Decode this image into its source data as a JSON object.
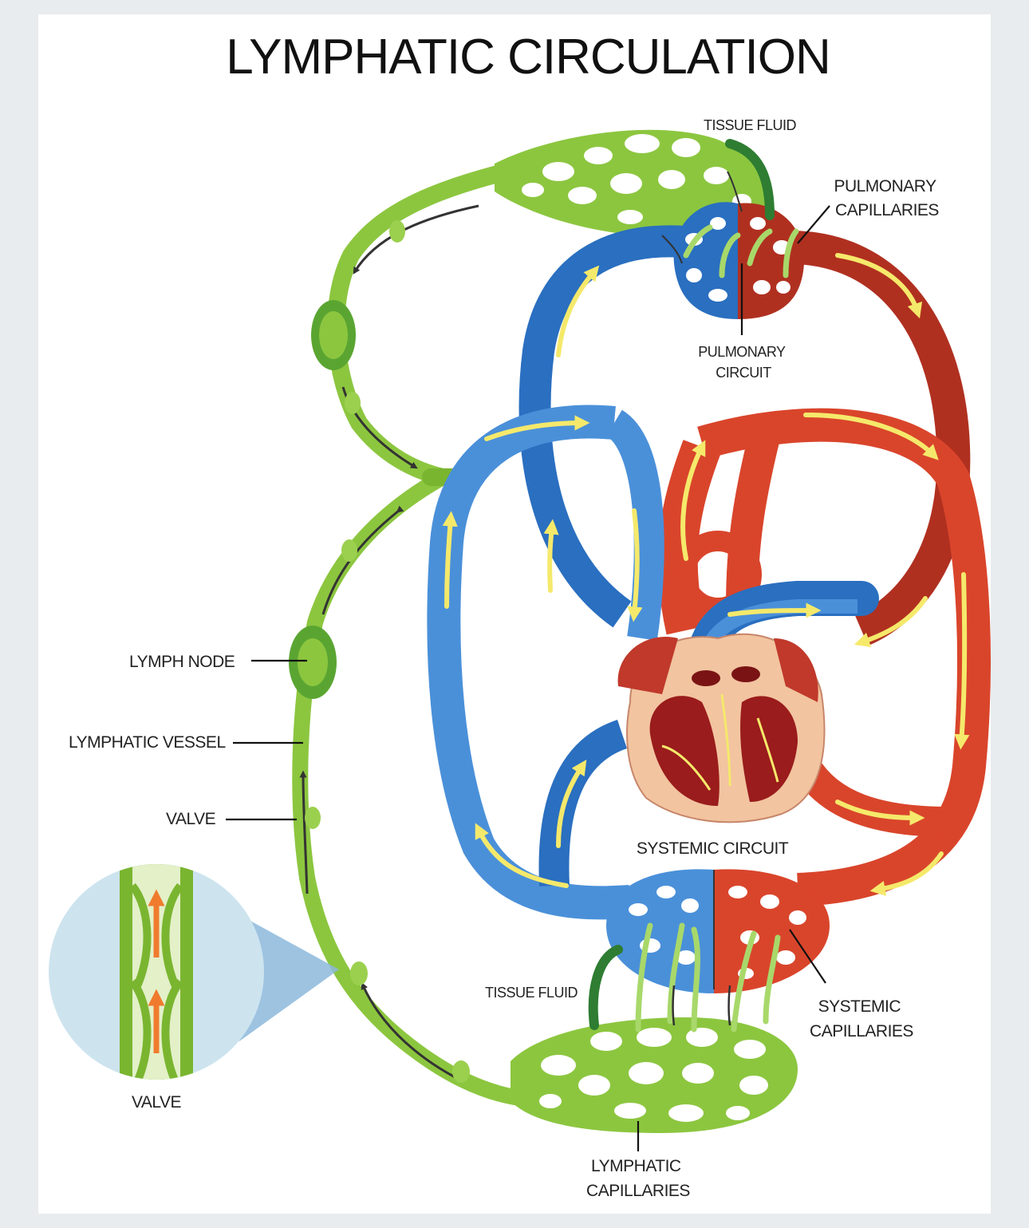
{
  "title": "LYMPHATIC CIRCULATION",
  "labels": {
    "tissue_fluid_top": "TISSUE FLUID",
    "pulmonary_capillaries": [
      "PULMONARY",
      "CAPILLARIES"
    ],
    "pulmonary_circuit": [
      "PULMONARY",
      "CIRCUIT"
    ],
    "lymph_node": "LYMPH NODE",
    "lymphatic_vessel": "LYMPHATIC  VESSEL",
    "valve_left": "VALVE",
    "systemic_circuit": "SYSTEMIC CIRCUIT",
    "tissue_fluid_bottom": "TISSUE FLUID",
    "systemic_capillaries": [
      "SYSTEMIC",
      "CAPILLARIES"
    ],
    "valve_inset": "VALVE",
    "lymphatic_capillaries": [
      "LYMPHATIC",
      "CAPILLARIES"
    ]
  },
  "colors": {
    "background": "#e8ecee",
    "lymph_green": "#8cc63f",
    "lymph_green_light": "#a8d86a",
    "lymph_dark": "#2e7d32",
    "vein_blue": "#2a6fc0",
    "vein_blue_light": "#4a90d9",
    "artery_red": "#d9452b",
    "artery_dark": "#b03020",
    "flow_arrow": "#f5e96b",
    "valve_arrow": "#f07b2e",
    "heart_tissue": "#f2c4a0",
    "inset_bg": "#cde4ef"
  }
}
